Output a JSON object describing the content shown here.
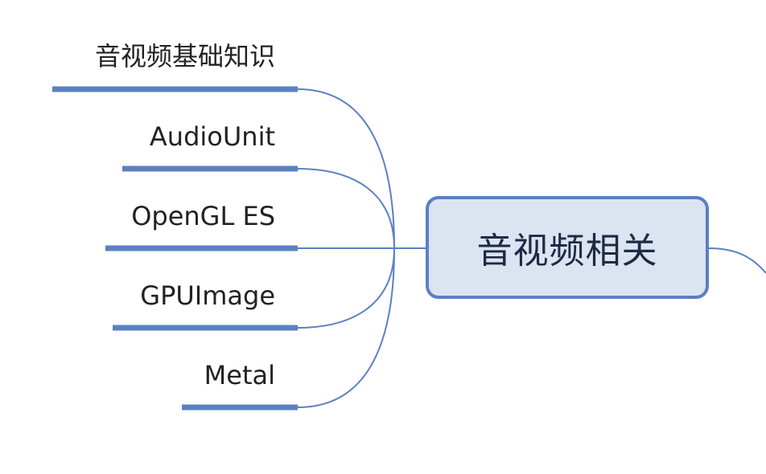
{
  "central": {
    "label": "音视频相关"
  },
  "branches": [
    {
      "label": "音视频基础知识"
    },
    {
      "label": "AudioUnit"
    },
    {
      "label": "OpenGL ES"
    },
    {
      "label": "GPUImage"
    },
    {
      "label": "Metal"
    }
  ],
  "colors": {
    "line": "#5b80c3",
    "node_fill": "#dbe4f1",
    "node_border": "#5b80c3",
    "text": "#222222",
    "node_text": "#1e2a44"
  }
}
